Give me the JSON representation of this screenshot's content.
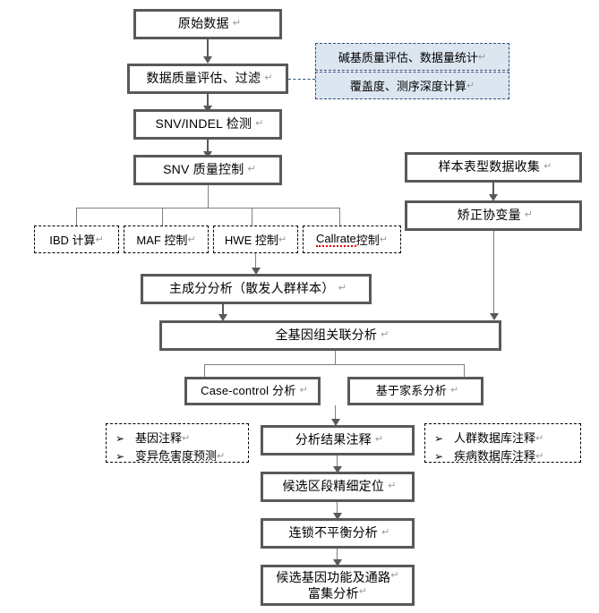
{
  "diagram": {
    "title": "全基因组关联分析流程图",
    "type": "flowchart",
    "colors": {
      "node_border": "#595959",
      "node_fill": "#ffffff",
      "info_panel_fill": "#dce6f1",
      "info_panel_border": "#2e4d7b",
      "connector": "#595959",
      "spellcheck_underline": "#e00000"
    },
    "nodes": {
      "raw_data": "原始数据",
      "qc_filter": "数据质量评估、过滤",
      "snv_indel": "SNV/INDEL 检测",
      "snv_qc": "SNV 质量控制",
      "ibd": "IBD 计算",
      "maf": "MAF 控制",
      "hwe": "HWE 控制",
      "callrate_a": "Callrate",
      "callrate_b": " 控制",
      "phenotype": "样本表型数据收集",
      "covariate": "矫正协变量",
      "pca": "主成分分析（散发人群样本）",
      "gwas": "全基因组关联分析",
      "case_control": "Case-control 分析",
      "family_based": "基于家系分析",
      "result_annotation": "分析结果注释",
      "fine_mapping": "候选区段精细定位",
      "ld_analysis": "连锁不平衡分析",
      "enrichment_line1": "候选基因功能及通路",
      "enrichment_line2": "富集分析"
    },
    "info_panel": {
      "row1": "碱基质量评估、数据量统计",
      "row2": "覆盖度、测序深度计算"
    },
    "annotation_left": {
      "bullet": "➢",
      "items": [
        "基因注释",
        "变异危害度预测"
      ]
    },
    "annotation_right": {
      "bullet": "➢",
      "items": [
        "人群数据库注释",
        "疾病数据库注释"
      ]
    },
    "paragraph_mark": "↵"
  }
}
